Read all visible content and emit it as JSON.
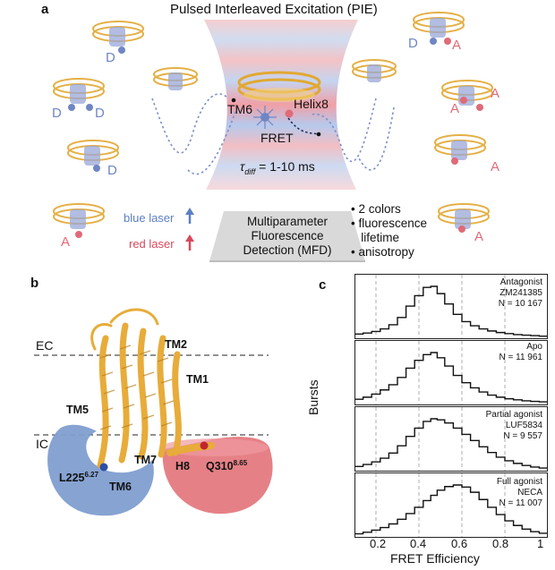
{
  "panel_a": {
    "letter": "a",
    "title": "Pulsed Interleaved Excitation (PIE)",
    "labels": {
      "tm6": "TM6",
      "helix8": "Helix8",
      "fret": "FRET",
      "tau_prefix": "τ",
      "tau_sub": "diff",
      "tau_value": "= 1-10 ms"
    },
    "donor_label": "D",
    "acceptor_label": "A",
    "blue_laser": "blue laser",
    "red_laser": "red laser",
    "mfd_lines": [
      "Multiparameter",
      "Fluorescence",
      "Detection (MFD)"
    ],
    "bullets": [
      "• 2 colors",
      "• fluorescence",
      "   lifetime",
      "• anisotropy"
    ],
    "colors": {
      "donor": "#6f86c3",
      "acceptor": "#e06a78",
      "helix": "#e2a832",
      "blue_arrow": "#5b7fc4",
      "red_arrow": "#d9485b"
    }
  },
  "panel_b": {
    "letter": "b",
    "ec": "EC",
    "ic": "IC",
    "tm_labels": {
      "tm1": "TM1",
      "tm2": "TM2",
      "tm5": "TM5",
      "tm6": "TM6",
      "tm7": "TM7",
      "h8": "H8"
    },
    "residue_left": "L225",
    "residue_left_sup": "6.27",
    "residue_right": "Q310",
    "residue_right_sup": "8.65",
    "colors": {
      "left_volume": "#7f9ed0",
      "right_volume": "#e47a80",
      "helix": "#e7ac3a"
    }
  },
  "panel_c": {
    "letter": "c",
    "ylabel": "Bursts",
    "xlabel": "FRET Efficiency",
    "xticks": [
      "0.2",
      "0.4",
      "0.6",
      "0.8",
      "1"
    ],
    "panels": [
      {
        "lines": [
          "Antagonist",
          "ZM241385",
          "N = 10 167"
        ]
      },
      {
        "lines": [
          "Apo",
          "N = 11 961"
        ]
      },
      {
        "lines": [
          "Partial agonist",
          "LUF5834",
          "N = 9 557"
        ]
      },
      {
        "lines": [
          "Full agonist",
          "NECA",
          "N = 11 007"
        ]
      }
    ]
  },
  "chart_data": [
    {
      "type": "bar",
      "title": "Antagonist",
      "xlabel": "FRET Efficiency",
      "ylabel": "Bursts",
      "xlim": [
        0.1,
        1.0
      ],
      "x": [
        0.12,
        0.16,
        0.2,
        0.24,
        0.28,
        0.32,
        0.36,
        0.4,
        0.44,
        0.47,
        0.5,
        0.54,
        0.58,
        0.62,
        0.66,
        0.7,
        0.74,
        0.78,
        0.82,
        0.86,
        0.9,
        0.94,
        0.98
      ],
      "values": [
        0.08,
        0.1,
        0.13,
        0.18,
        0.26,
        0.4,
        0.62,
        0.82,
        0.98,
        1.0,
        0.86,
        0.66,
        0.46,
        0.32,
        0.24,
        0.18,
        0.14,
        0.11,
        0.09,
        0.07,
        0.06,
        0.05,
        0.04
      ]
    },
    {
      "type": "bar",
      "title": "Apo",
      "xlabel": "FRET Efficiency",
      "ylabel": "Bursts",
      "xlim": [
        0.1,
        1.0
      ],
      "x": [
        0.12,
        0.16,
        0.2,
        0.24,
        0.28,
        0.32,
        0.36,
        0.4,
        0.44,
        0.47,
        0.5,
        0.54,
        0.58,
        0.62,
        0.66,
        0.7,
        0.74,
        0.78,
        0.82,
        0.86,
        0.9,
        0.94,
        0.98
      ],
      "values": [
        0.1,
        0.14,
        0.2,
        0.28,
        0.38,
        0.52,
        0.7,
        0.85,
        0.96,
        1.0,
        0.9,
        0.74,
        0.56,
        0.42,
        0.32,
        0.24,
        0.18,
        0.14,
        0.11,
        0.09,
        0.07,
        0.06,
        0.05
      ]
    },
    {
      "type": "bar",
      "title": "Partial agonist",
      "xlabel": "FRET Efficiency",
      "ylabel": "Bursts",
      "xlim": [
        0.1,
        1.0
      ],
      "x": [
        0.12,
        0.16,
        0.2,
        0.24,
        0.28,
        0.32,
        0.36,
        0.4,
        0.44,
        0.47,
        0.5,
        0.54,
        0.58,
        0.62,
        0.66,
        0.7,
        0.74,
        0.78,
        0.82,
        0.86,
        0.9,
        0.94,
        0.98
      ],
      "values": [
        0.08,
        0.12,
        0.17,
        0.24,
        0.34,
        0.48,
        0.66,
        0.82,
        0.95,
        1.0,
        0.98,
        0.92,
        0.82,
        0.7,
        0.58,
        0.46,
        0.35,
        0.26,
        0.19,
        0.14,
        0.1,
        0.07,
        0.05
      ]
    },
    {
      "type": "bar",
      "title": "Full agonist",
      "xlabel": "FRET Efficiency",
      "ylabel": "Bursts",
      "xlim": [
        0.1,
        1.0
      ],
      "x": [
        0.12,
        0.16,
        0.2,
        0.24,
        0.28,
        0.32,
        0.36,
        0.4,
        0.44,
        0.47,
        0.5,
        0.54,
        0.58,
        0.62,
        0.66,
        0.7,
        0.74,
        0.78,
        0.82,
        0.86,
        0.9,
        0.94,
        0.98
      ],
      "values": [
        0.06,
        0.09,
        0.13,
        0.18,
        0.25,
        0.34,
        0.45,
        0.57,
        0.7,
        0.8,
        0.9,
        0.97,
        1.0,
        0.96,
        0.86,
        0.72,
        0.57,
        0.43,
        0.31,
        0.22,
        0.15,
        0.1,
        0.07
      ]
    }
  ]
}
